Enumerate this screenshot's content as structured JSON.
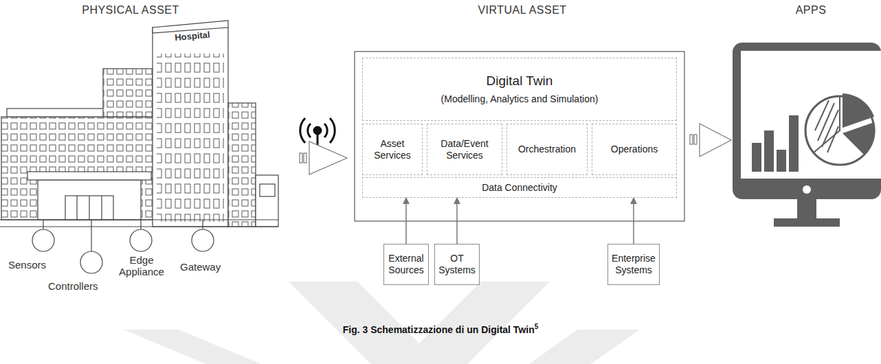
{
  "diagram": {
    "caption": "Fig. 3 Schematizzazione di un Digital Twin",
    "nodes": [
      {
        "text": [
          "Digital Twin",
          "(Modelling, Analytics and Simulation)"
        ]
      },
      {
        "text": [
          "Asset Services"
        ]
      },
      {
        "text": [
          "Data/Event Services"
        ]
      },
      {
        "text": [
          "Orchestration"
        ]
      },
      {
        "text": [
          "Operations"
        ]
      },
      {
        "text": [
          "Data Connectivity"
        ]
      },
      {
        "text": [
          "External Sources"
        ]
      },
      {
        "text": [
          "OT Systems"
        ]
      },
      {
        "text": [
          "Enterprise Systems"
        ]
      }
    ],
    "edges": [
      {
        "from": 6,
        "to": 5,
        "arrow": "to"
      },
      {
        "from": 7,
        "to": 5,
        "arrow": "to"
      },
      {
        "from": 8,
        "to": 5,
        "arrow": "to"
      }
    ],
    "labels": [
      "PHYSICAL ASSET",
      "VIRTUAL ASSET",
      "APPS",
      "Hospital",
      "Sensors",
      "Controllers",
      "Edge Appliance",
      "Gateway",
      "5"
    ]
  }
}
